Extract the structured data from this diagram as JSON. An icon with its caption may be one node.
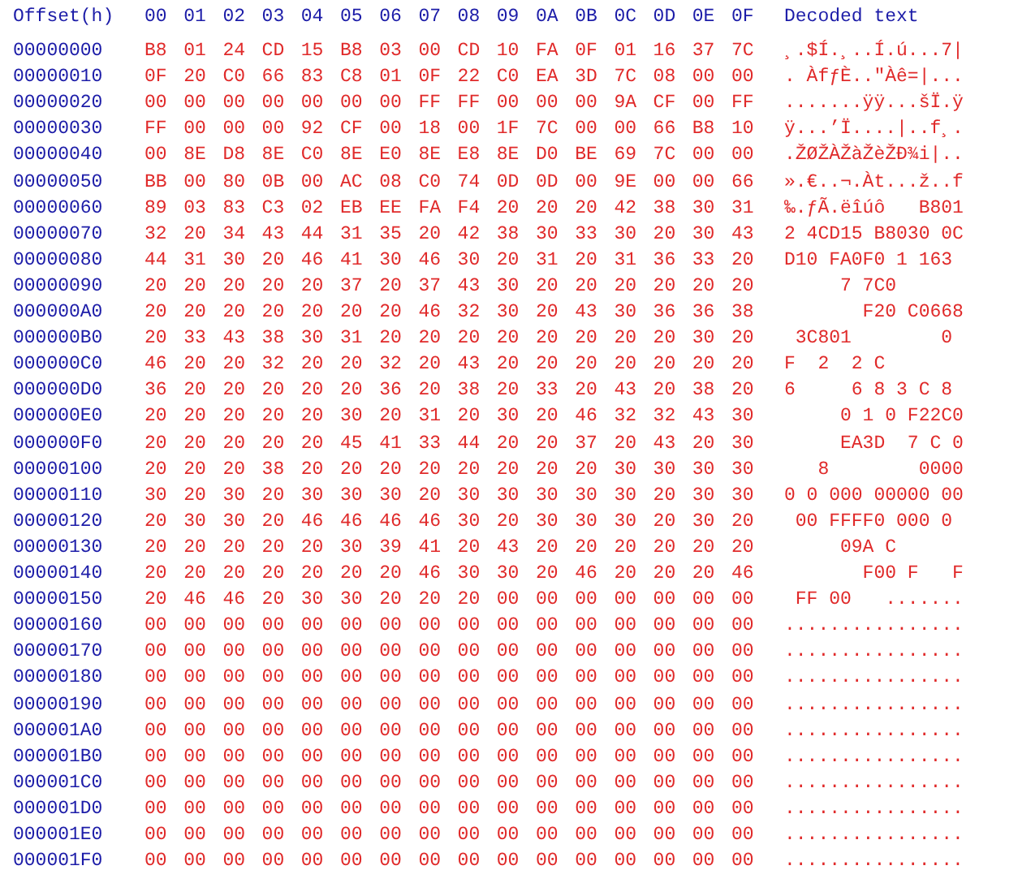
{
  "diagram": {
    "labels": [
      "Offset(h)",
      "00",
      "01",
      "02",
      "03",
      "04",
      "05",
      "06",
      "07",
      "08",
      "09",
      "0A",
      "0B",
      "0C",
      "0D",
      "0E",
      "0F",
      "Decoded text",
      "00000000",
      "B8",
      "01",
      "24",
      "CD",
      "15",
      "B8",
      "03",
      "00",
      "CD",
      "10",
      "FA",
      "0F",
      "01",
      "16",
      "37",
      "7C",
      "¸.$Í.¸..Í.ú...7|",
      "00000010",
      "0F",
      "20",
      "C0",
      "66",
      "83",
      "C8",
      "01",
      "0F",
      "22",
      "C0",
      "EA",
      "3D",
      "7C",
      "08",
      "00",
      "00",
      ". ÀfƒÈ..\"Àê=|...",
      "00000020",
      "00",
      "00",
      "00",
      "00",
      "00",
      "00",
      "00",
      "FF",
      "FF",
      "00",
      "00",
      "00",
      "9A",
      "CF",
      "00",
      "FF",
      ".......ÿÿ...šÏ.ÿ",
      "00000030",
      "FF",
      "00",
      "00",
      "00",
      "92",
      "CF",
      "00",
      "18",
      "00",
      "1F",
      "7C",
      "00",
      "00",
      "66",
      "B8",
      "10",
      "ÿ...’Ï....|..f¸.",
      "00000040",
      "00",
      "8E",
      "D8",
      "8E",
      "C0",
      "8E",
      "E0",
      "8E",
      "E8",
      "8E",
      "D0",
      "BE",
      "69",
      "7C",
      "00",
      "00",
      ".ŽØŽÀŽàŽèŽÐ¾i|..",
      "00000050",
      "BB",
      "00",
      "80",
      "0B",
      "00",
      "AC",
      "08",
      "C0",
      "74",
      "0D",
      "0D",
      "00",
      "9E",
      "00",
      "00",
      "66",
      "».€..¬.Àt...ž..f",
      "00000060",
      "89",
      "03",
      "83",
      "C3",
      "02",
      "EB",
      "EE",
      "FA",
      "F4",
      "20",
      "20",
      "20",
      "42",
      "38",
      "30",
      "31",
      "‰.ƒÃ.ëîúô   B801",
      "00000070",
      "32",
      "20",
      "34",
      "43",
      "44",
      "31",
      "35",
      "20",
      "42",
      "38",
      "30",
      "33",
      "30",
      "20",
      "30",
      "43",
      "2 4CD15 B8030 0C",
      "00000080",
      "44",
      "31",
      "30",
      "20",
      "46",
      "41",
      "30",
      "46",
      "30",
      "20",
      "31",
      "20",
      "31",
      "36",
      "33",
      "20",
      "D10 FA0F0 1 163",
      "00000090",
      "20",
      "20",
      "20",
      "20",
      "20",
      "37",
      "20",
      "37",
      "43",
      "30",
      "20",
      "20",
      "20",
      "20",
      "20",
      "20",
      "     7 7C0",
      "000000A0",
      "20",
      "20",
      "20",
      "20",
      "20",
      "20",
      "20",
      "46",
      "32",
      "30",
      "20",
      "43",
      "30",
      "36",
      "36",
      "38",
      "       F20 C0668",
      "000000B0",
      "20",
      "33",
      "43",
      "38",
      "30",
      "31",
      "20",
      "20",
      "20",
      "20",
      "20",
      "20",
      "20",
      "20",
      "30",
      "20",
      " 3C801        0",
      "000000C0",
      "46",
      "20",
      "20",
      "32",
      "20",
      "20",
      "32",
      "20",
      "43",
      "20",
      "20",
      "20",
      "20",
      "20",
      "20",
      "20",
      "F  2  2 C",
      "000000D0",
      "36",
      "20",
      "20",
      "20",
      "20",
      "20",
      "36",
      "20",
      "38",
      "20",
      "33",
      "20",
      "43",
      "20",
      "38",
      "20",
      "6     6 8 3 C 8",
      "000000E0",
      "20",
      "20",
      "20",
      "20",
      "20",
      "30",
      "20",
      "31",
      "20",
      "30",
      "20",
      "46",
      "32",
      "32",
      "43",
      "30",
      "     0 1 0 F22C0",
      "000000F0",
      "20",
      "20",
      "20",
      "20",
      "20",
      "45",
      "41",
      "33",
      "44",
      "20",
      "20",
      "37",
      "20",
      "43",
      "20",
      "30",
      "     EA3D  7 C 0",
      "00000100",
      "20",
      "20",
      "20",
      "38",
      "20",
      "20",
      "20",
      "20",
      "20",
      "20",
      "20",
      "20",
      "30",
      "30",
      "30",
      "30",
      "   8        0000",
      "00000110",
      "30",
      "20",
      "30",
      "20",
      "30",
      "30",
      "30",
      "20",
      "30",
      "30",
      "30",
      "30",
      "30",
      "20",
      "30",
      "30",
      "0 0 000 00000 00",
      "00000120",
      "20",
      "30",
      "30",
      "20",
      "46",
      "46",
      "46",
      "46",
      "30",
      "20",
      "30",
      "30",
      "30",
      "20",
      "30",
      "20",
      " 00 FFFF0 000 0",
      "00000130",
      "20",
      "20",
      "20",
      "20",
      "20",
      "30",
      "39",
      "41",
      "20",
      "43",
      "20",
      "20",
      "20",
      "20",
      "20",
      "20",
      "     09A C",
      "00000140",
      "20",
      "20",
      "20",
      "20",
      "20",
      "20",
      "20",
      "46",
      "30",
      "30",
      "20",
      "46",
      "20",
      "20",
      "20",
      "46",
      "       F00 F   F",
      "00000150",
      "20",
      "46",
      "46",
      "20",
      "30",
      "30",
      "20",
      "20",
      "20",
      "00",
      "00",
      "00",
      "00",
      "00",
      "00",
      "00",
      " FF 00   .......",
      "00000160",
      "00",
      "00",
      "00",
      "00",
      "00",
      "00",
      "00",
      "00",
      "00",
      "00",
      "00",
      "00",
      "00",
      "00",
      "00",
      "00",
      "................",
      "00000170",
      "00",
      "00",
      "00",
      "00",
      "00",
      "00",
      "00",
      "00",
      "00",
      "00",
      "00",
      "00",
      "00",
      "00",
      "00",
      "00",
      "................",
      "00000180",
      "00",
      "00",
      "00",
      "00",
      "00",
      "00",
      "00",
      "00",
      "00",
      "00",
      "00",
      "00",
      "00",
      "00",
      "00",
      "00",
      "................",
      "00000190",
      "00",
      "00",
      "00",
      "00",
      "00",
      "00",
      "00",
      "00",
      "00",
      "00",
      "00",
      "00",
      "00",
      "00",
      "00",
      "00",
      "................",
      "000001A0",
      "00",
      "00",
      "00",
      "00",
      "00",
      "00",
      "00",
      "00",
      "00",
      "00",
      "00",
      "00",
      "00",
      "00",
      "00",
      "00",
      "................",
      "000001B0",
      "00",
      "00",
      "00",
      "00",
      "00",
      "00",
      "00",
      "00",
      "00",
      "00",
      "00",
      "00",
      "00",
      "00",
      "00",
      "00",
      "................",
      "000001C0",
      "00",
      "00",
      "00",
      "00",
      "00",
      "00",
      "00",
      "00",
      "00",
      "00",
      "00",
      "00",
      "00",
      "00",
      "00",
      "00",
      "................",
      "000001D0",
      "00",
      "00",
      "00",
      "00",
      "00",
      "00",
      "00",
      "00",
      "00",
      "00",
      "00",
      "00",
      "00",
      "00",
      "00",
      "00",
      "................",
      "000001E0",
      "00",
      "00",
      "00",
      "00",
      "00",
      "00",
      "00",
      "00",
      "00",
      "00",
      "00",
      "00",
      "00",
      "00",
      "00",
      "00",
      "................",
      "000001F0",
      "00",
      "00",
      "00",
      "00",
      "00",
      "00",
      "00",
      "00",
      "00",
      "00",
      "00",
      "00",
      "00",
      "00",
      "00",
      "00",
      "................"
    ]
  }
}
